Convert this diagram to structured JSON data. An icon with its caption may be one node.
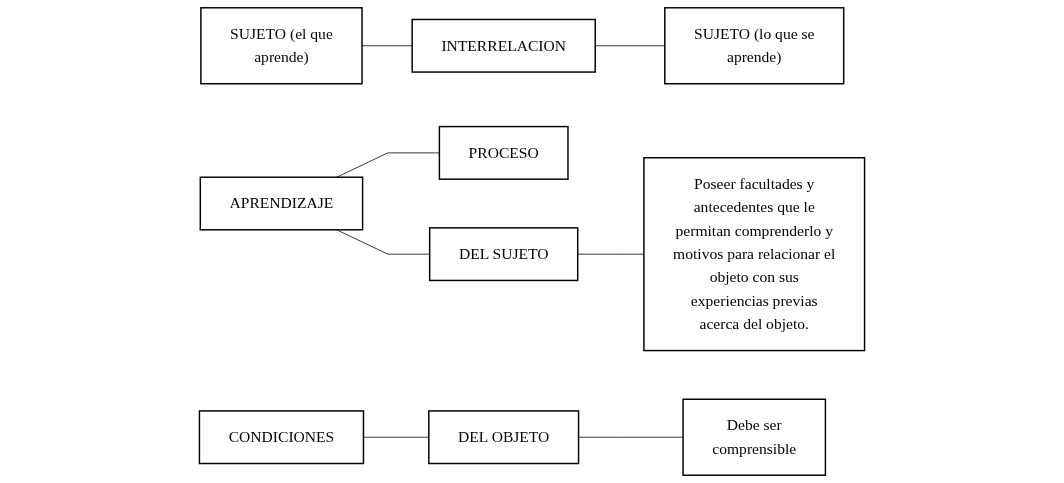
{
  "diagram": {
    "nodes": [
      {
        "text": [
          "SUJETO (el que aprende)"
        ]
      },
      {
        "text": [
          "INTERRELACION"
        ]
      },
      {
        "text": [
          "SUJETO (lo que se aprende)"
        ]
      },
      {
        "text": [
          "APRENDIZAJE"
        ]
      },
      {
        "text": [
          "PROCESO"
        ]
      },
      {
        "text": [
          "DEL SUJETO"
        ]
      },
      {
        "text": [
          "Poseer facultades y antecedentes que le permitan comprenderlo y motivos para relacionar el objeto con sus experiencias previas acerca del objeto."
        ]
      },
      {
        "text": [
          "CONDICIONES"
        ]
      },
      {
        "text": [
          "DEL OBJETO"
        ]
      },
      {
        "text": [
          "Debe ser comprensible"
        ]
      }
    ],
    "edges": [
      {
        "from": 0,
        "to": 1,
        "arrow": "none"
      },
      {
        "from": 1,
        "to": 2,
        "arrow": "none"
      },
      {
        "from": 3,
        "to": 4,
        "arrow": "none"
      },
      {
        "from": 3,
        "to": 5,
        "arrow": "none"
      },
      {
        "from": 5,
        "to": 6,
        "arrow": "none"
      },
      {
        "from": 7,
        "to": 8,
        "arrow": "none"
      },
      {
        "from": 8,
        "to": 9,
        "arrow": "none"
      }
    ]
  }
}
